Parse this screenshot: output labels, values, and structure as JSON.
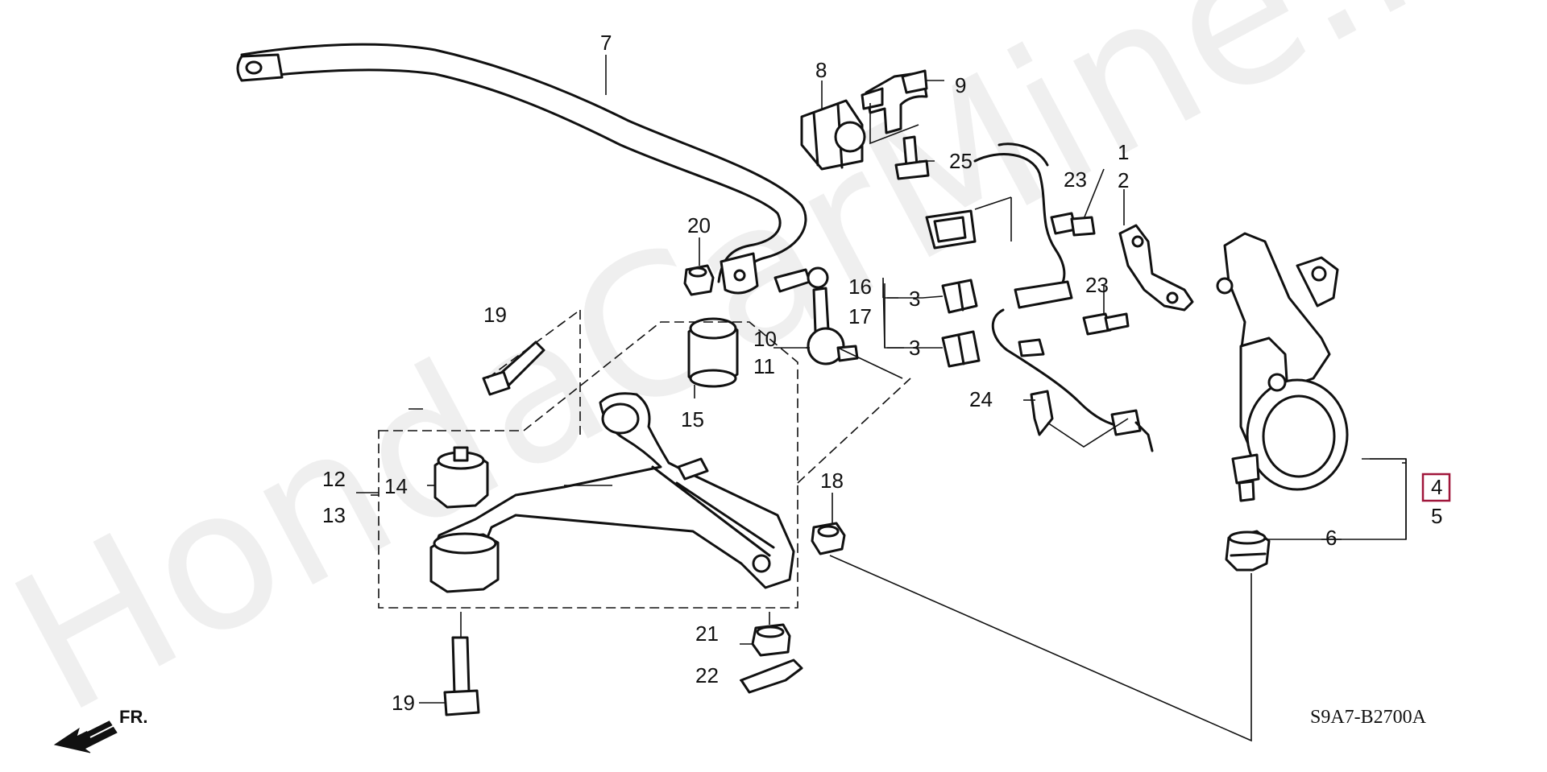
{
  "watermark": "HondaCarMine.ru",
  "diagram_code": "S9A7-B2700A",
  "direction_label": "FR.",
  "highlight_color": "#a0163a",
  "callouts": {
    "c1": "1",
    "c2": "2",
    "c3a": "3",
    "c3b": "3",
    "c4": "4",
    "c5": "5",
    "c6": "6",
    "c7": "7",
    "c8": "8",
    "c9": "9",
    "c10": "10",
    "c11": "11",
    "c12": "12",
    "c13": "13",
    "c14": "14",
    "c15": "15",
    "c16": "16",
    "c17": "17",
    "c18": "18",
    "c19a": "19",
    "c19b": "19",
    "c20": "20",
    "c21": "21",
    "c22": "22",
    "c23a": "23",
    "c23b": "23",
    "c24": "24",
    "c25": "25"
  }
}
